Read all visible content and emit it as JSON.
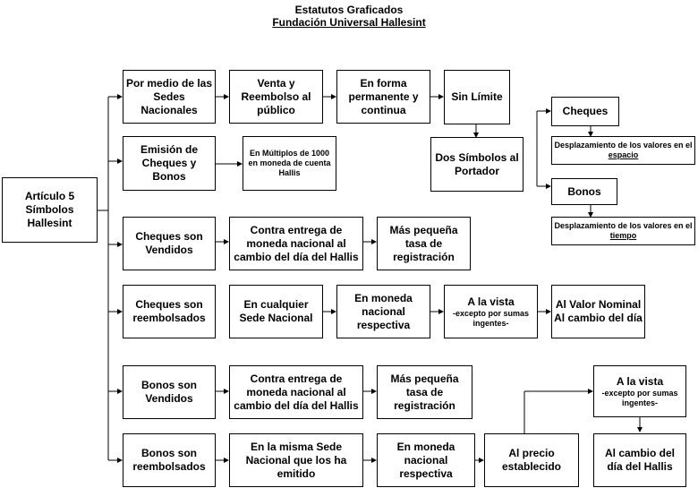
{
  "header": {
    "title": "Estatutos Graficados",
    "subtitle": "Fundación Universal Hallesint"
  },
  "root": {
    "line1": "Artículo 5",
    "line2": "Símbolos Hallesint"
  },
  "row1": {
    "b1": "Por medio de las Sedes Nacionales",
    "b2": "Venta y Reembolso al público",
    "b3": "En forma permanente y continua",
    "b4": "Sin Límite",
    "dos_simbolos": "Dos Símbolos al Portador",
    "cheques": "Cheques",
    "desp_espacio_pre": "Desplazamiento de los valores en el ",
    "desp_espacio_word": "espacio",
    "bonos": "Bonos",
    "desp_tiempo_pre": "Desplazamiento de los valores en el ",
    "desp_tiempo_word": "tiempo"
  },
  "row2": {
    "b1": "Emisión de Cheques y Bonos",
    "b2": "En Múltiplos de 1000 en moneda de cuenta Hallis"
  },
  "row3": {
    "b1": "Cheques son Vendidos",
    "b2": "Contra entrega de moneda nacional al cambio del día del Hallis",
    "b3": "Más pequeña tasa de registración"
  },
  "row4": {
    "b1": "Cheques son reembolsados",
    "b2": "En cualquier Sede Nacional",
    "b3": "En moneda nacional respectiva",
    "b4_main": "A la vista",
    "b4_sub": "-excepto por sumas ingentes-",
    "b5": "Al Valor Nominal Al cambio del día"
  },
  "row5": {
    "b1": "Bonos son Vendidos",
    "b2": "Contra entrega de moneda nacional al cambio del día del Hallis",
    "b3": "Más pequeña tasa de registración"
  },
  "row6": {
    "b1": "Bonos son reembolsados",
    "b2": "En la misma Sede Nacional que los ha emitido",
    "b3": "En moneda nacional respectiva",
    "b4": "Al precio establecido",
    "vista_main": "A la vista",
    "vista_sub": "-excepto por sumas ingentes-",
    "b5": "Al cambio del día del Hallis"
  }
}
